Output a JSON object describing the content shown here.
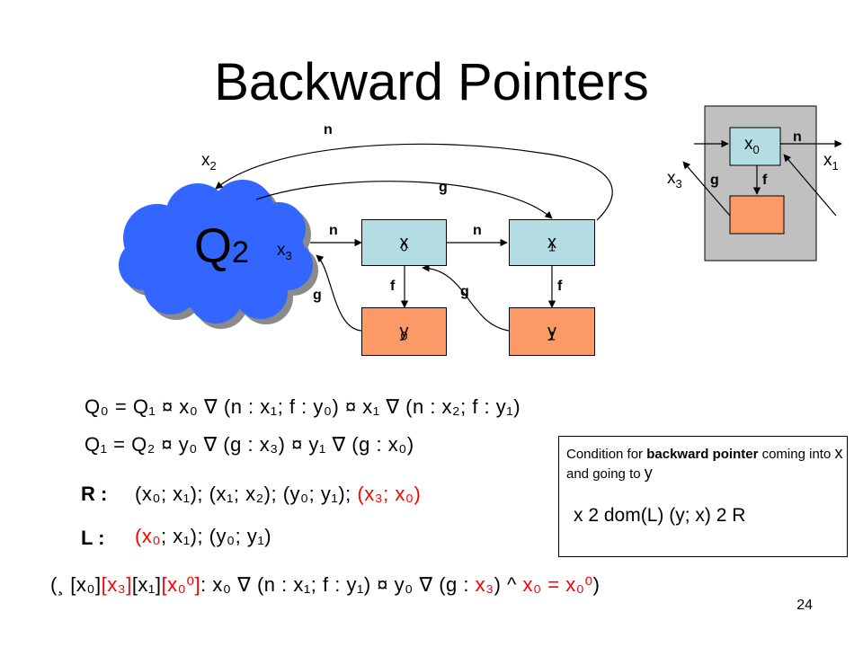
{
  "title": "Backward Pointers",
  "diagram": {
    "cloud_label": "Q",
    "cloud_sub": "2",
    "nodes": {
      "x0": {
        "label": "x",
        "sub": "0"
      },
      "x1": {
        "label": "x",
        "sub": "1"
      },
      "y0": {
        "label": "y",
        "sub": "0"
      },
      "y1": {
        "label": "y",
        "sub": "1"
      }
    },
    "var_x2": {
      "label": "x",
      "sub": "2"
    },
    "var_x3": {
      "label": "x",
      "sub": "3"
    },
    "edge_labels": {
      "n_top": "n",
      "g_top": "g",
      "n_left": "n",
      "n_mid": "n",
      "f_left": "f",
      "g_mid": "g",
      "f_right": "f",
      "g_left": "g"
    }
  },
  "inset": {
    "node_x0": {
      "label": "x",
      "sub": "0"
    },
    "x1": {
      "label": "x",
      "sub": "1"
    },
    "x3": {
      "label": "x",
      "sub": "3"
    },
    "n": "n",
    "g": "g",
    "f": "f",
    "colors": {
      "bg": "#c0c0c0",
      "blue": "#b3dde2",
      "orange": "#fc9a67"
    }
  },
  "equations": {
    "q0": "Q₀ = Q₁ ¤ x₀ ∇ (n : x₁; f : y₀) ¤ x₁ ∇ (n : x₂; f : y₁)",
    "q1": "Q₁ = Q₂ ¤ y₀ ∇ (g : x₃) ¤ y₁ ∇ (g : x₀)",
    "r_label": "R :",
    "r_black": "(x₀; x₁); (x₁; x₂); (y₀; y₁); ",
    "r_red": "(x₃; x₀)",
    "l_label": "L :",
    "l_red": "(x₀",
    "l_black": "; x₁); (y₀; y₁)",
    "bottom_prefix": "(¸ [x₀]",
    "bottom_red1": "[x₃]",
    "bottom_mid": "[x₁]",
    "bottom_red2": "[x₀⁰]",
    "bottom_rest1": ":    x₀ ∇  (n : x₁; f : y₁) ¤ y₀ ∇  (g : ",
    "bottom_red3": "x₃",
    "bottom_rest2": ") ^ ",
    "bottom_red4": "x₀ = x₀⁰",
    "bottom_end": ")"
  },
  "condition": {
    "text_pre": "Condition for ",
    "text_bold": "backward pointer",
    "text_mid": " coming into ",
    "text_x": "x",
    "text_and": "  and going to ",
    "text_y": "y",
    "formula": "x 2 dom(L)    (y; x) 2 R"
  },
  "page_number": "24"
}
